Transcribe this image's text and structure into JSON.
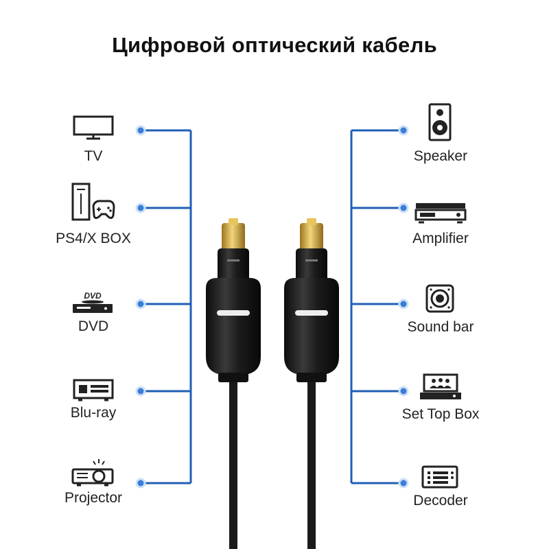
{
  "title": "Цифровой оптический кабель",
  "colors": {
    "line": "#1f5fb5",
    "dot": "#3b7dd8",
    "cable": "#1a1a1a",
    "gold": "#d6a93a",
    "icon": "#222222"
  },
  "left_devices": [
    {
      "label": "TV",
      "icon": "tv-icon"
    },
    {
      "label": "PS4/X BOX",
      "icon": "game-console-icon"
    },
    {
      "label": "DVD",
      "icon": "dvd-player-icon"
    },
    {
      "label": "Blu-ray",
      "icon": "bluray-player-icon"
    },
    {
      "label": "Projector",
      "icon": "projector-icon"
    }
  ],
  "right_devices": [
    {
      "label": "Speaker",
      "icon": "speaker-icon"
    },
    {
      "label": "Amplifier",
      "icon": "amplifier-icon"
    },
    {
      "label": "Sound bar",
      "icon": "soundbar-icon"
    },
    {
      "label": "Set Top Box",
      "icon": "set-top-box-icon"
    },
    {
      "label": "Decoder",
      "icon": "decoder-icon"
    }
  ],
  "dvd_logo_text": "DVD"
}
